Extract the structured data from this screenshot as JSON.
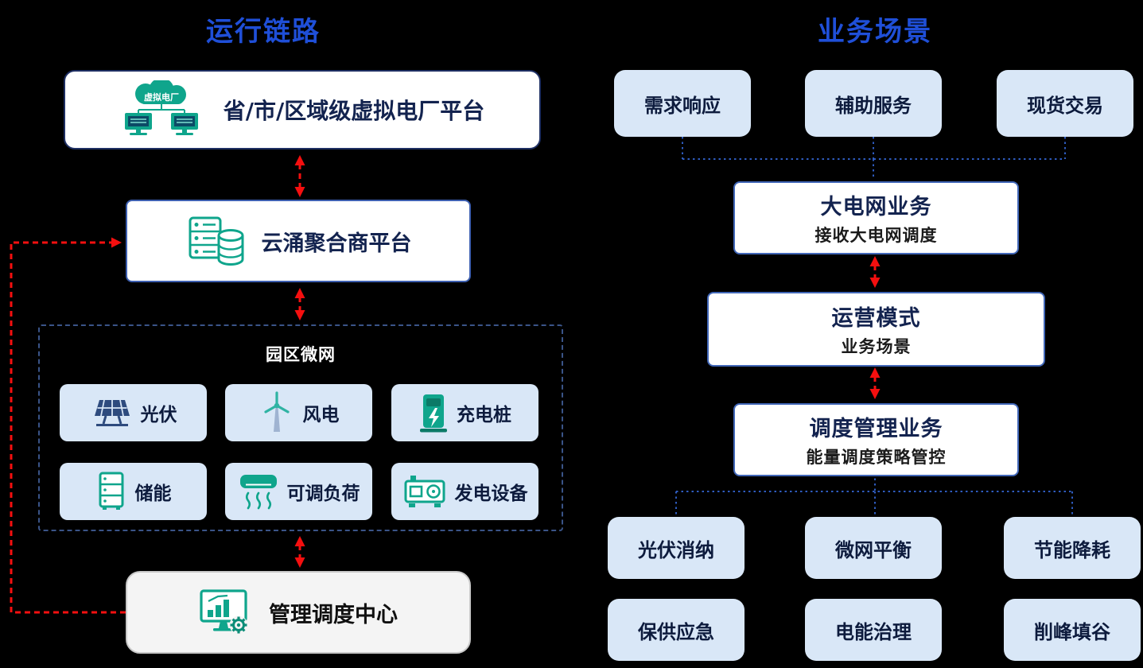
{
  "colors": {
    "background": "#000000",
    "accent_blue": "#1F4FD8",
    "navy_text": "#13234F",
    "teal": "#0FA58C",
    "light_blue_box": "#D9E7F7",
    "red_arrow": "#F50F0F",
    "blue_connector": "#2E5BBE",
    "white_box_border": "#3D5FB0"
  },
  "left_section": {
    "title": "运行链路",
    "vpp_platform": {
      "label": "省/市/区域级虚拟电厂平台",
      "cloud_icon_label": "虚拟电厂"
    },
    "aggregator": {
      "label": "云涌聚合商平台"
    },
    "microgrid": {
      "title": "园区微网",
      "items": [
        {
          "label": "光伏"
        },
        {
          "label": "风电"
        },
        {
          "label": "充电桩"
        },
        {
          "label": "储能"
        },
        {
          "label": "可调负荷"
        },
        {
          "label": "发电设备"
        }
      ]
    },
    "dispatch_center": {
      "label": "管理调度中心"
    }
  },
  "right_section": {
    "title": "业务场景",
    "top_scenarios": [
      {
        "label": "需求响应"
      },
      {
        "label": "辅助服务"
      },
      {
        "label": "现货交易"
      }
    ],
    "grid_business": {
      "title": "大电网业务",
      "subtitle": "接收大电网调度"
    },
    "operation_mode": {
      "title": "运营模式",
      "subtitle": "业务场景"
    },
    "dispatch_business": {
      "title": "调度管理业务",
      "subtitle": "能量调度策略管控"
    },
    "bottom_scenarios": [
      {
        "label": "光伏消纳"
      },
      {
        "label": "微网平衡"
      },
      {
        "label": "节能降耗"
      },
      {
        "label": "保供应急"
      },
      {
        "label": "电能治理"
      },
      {
        "label": "削峰填谷"
      }
    ]
  }
}
